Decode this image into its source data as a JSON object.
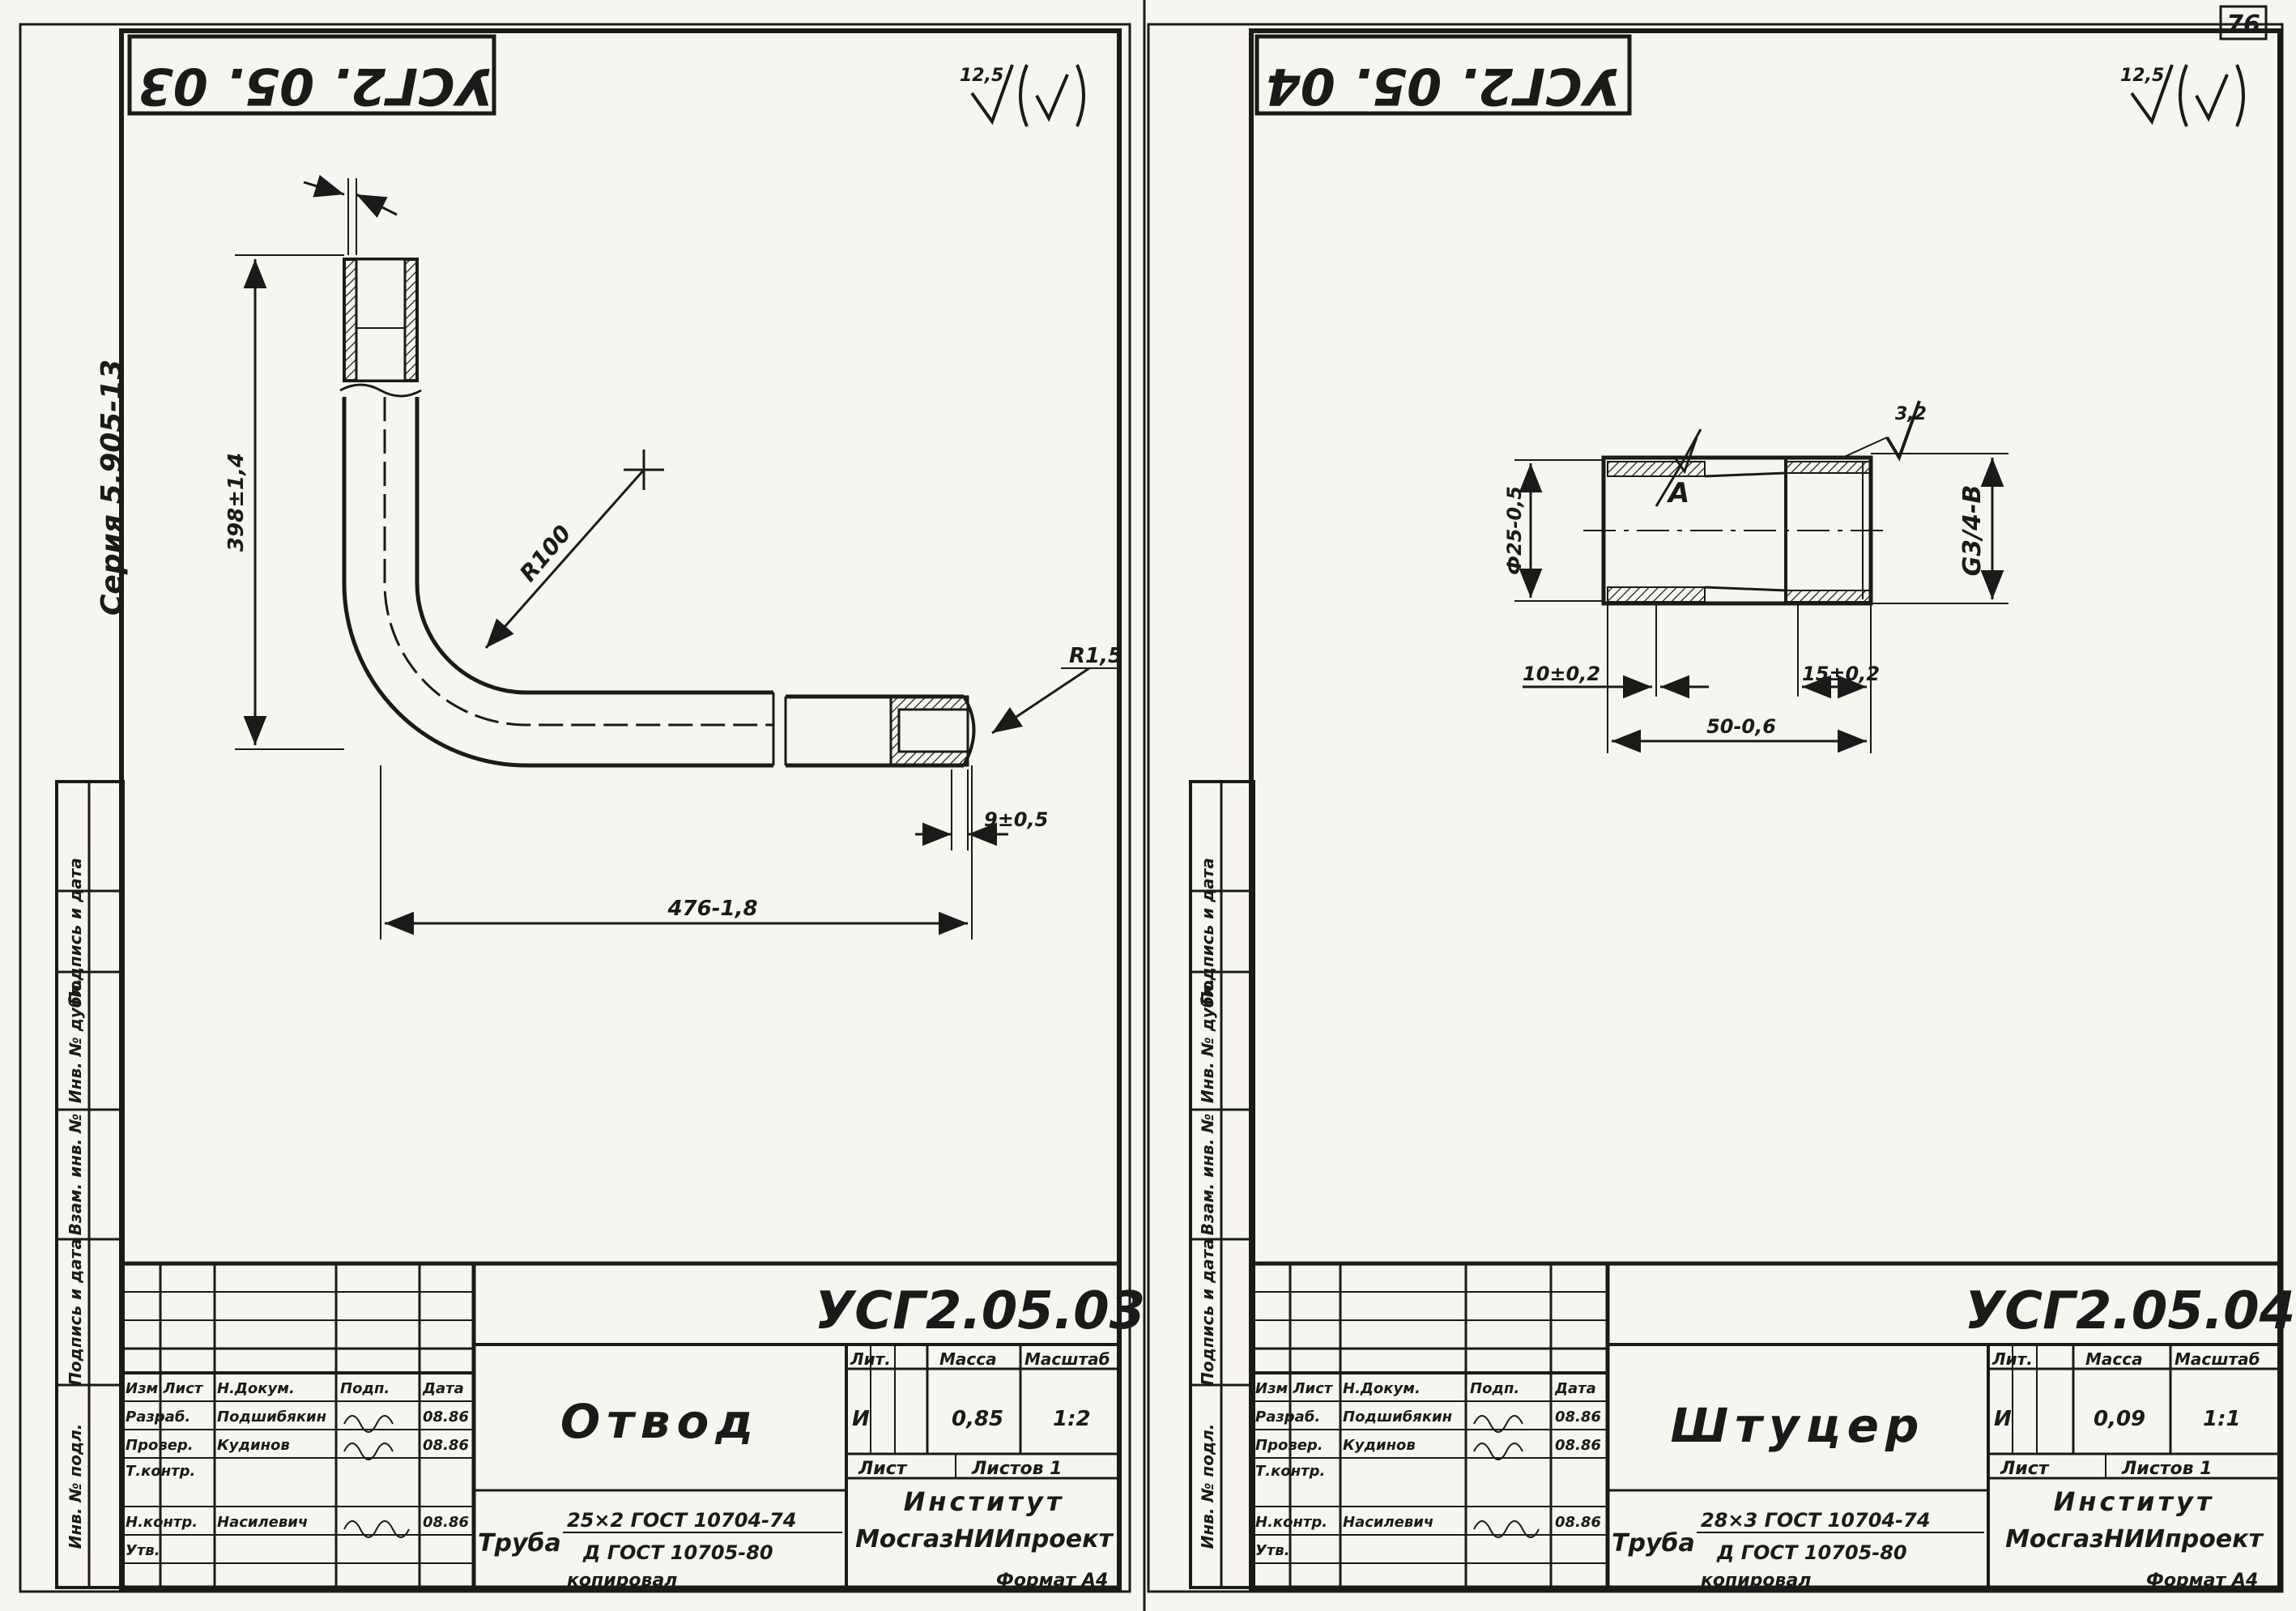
{
  "page": {
    "page_number": "76",
    "series": "Серия 5.905-13"
  },
  "sheet_left": {
    "stamp_code": "УСГ2. 05. 03",
    "roughness": "12,5",
    "dims": {
      "height": "398±1,4",
      "radius_bend": "R100",
      "radius_end": "R1,5",
      "length": "476-1,8",
      "end_offset": "9±0,5"
    },
    "title_block": {
      "designation": "УСГ2.05.03",
      "name": "Отвод",
      "material_prefix": "Труба",
      "material_line1": "25×2 ГОСТ 10704-74",
      "material_line2": "Д ГОСТ 10705-80",
      "col_lit": "Лит.",
      "col_mass": "Масса",
      "col_scale": "Масштаб",
      "lit_value": "И",
      "mass_value": "0,85",
      "scale_value": "1:2",
      "sheet_label": "Лист",
      "sheets_label": "Листов 1",
      "org_line1": "Институт",
      "org_line2": "МосгазНИИпроект",
      "copied": "копировал",
      "format": "Формат А4",
      "roles": [
        {
          "label": "Изм Лист",
          "name": "Н.Докум.",
          "sign": "Подп.",
          "date": "Дата"
        },
        {
          "label": "Разраб.",
          "name": "Подшибякин",
          "sign": "",
          "date": "08.86"
        },
        {
          "label": "Провер.",
          "name": "Кудинов",
          "sign": "",
          "date": "08.86"
        },
        {
          "label": "Т.контр.",
          "name": "",
          "sign": "",
          "date": ""
        },
        {
          "label": "Н.контр.",
          "name": "Насилевич",
          "sign": "",
          "date": "08.86"
        },
        {
          "label": "Утв.",
          "name": "",
          "sign": "",
          "date": ""
        }
      ]
    },
    "side_labels": [
      "Инв. № подл.",
      "Подпись и дата",
      "Взам. инв. №",
      "Инв. № дубл.",
      "Подпись и дата"
    ]
  },
  "sheet_right": {
    "stamp_code": "УСГ2. 05. 04",
    "roughness": "12,5",
    "dims": {
      "diameter": "Ф25-0,5",
      "thread": "G3/4-B",
      "roughness_local": "3,2",
      "marker": "А",
      "left_len": "10±0,2",
      "right_len": "15±0,2",
      "total_len": "50-0,6"
    },
    "title_block": {
      "designation": "УСГ2.05.04",
      "name": "Штуцер",
      "material_prefix": "Труба",
      "material_line1": "28×3 ГОСТ 10704-74",
      "material_line2": "Д ГОСТ 10705-80",
      "col_lit": "Лит.",
      "col_mass": "Масса",
      "col_scale": "Масштаб",
      "lit_value": "И",
      "mass_value": "0,09",
      "scale_value": "1:1",
      "sheet_label": "Лист",
      "sheets_label": "Листов 1",
      "org_line1": "Институт",
      "org_line2": "МосгазНИИпроект",
      "copied": "копировал",
      "format": "Формат А4",
      "roles": [
        {
          "label": "Изм Лист",
          "name": "Н.Докум.",
          "sign": "Подп.",
          "date": "Дата"
        },
        {
          "label": "Разраб.",
          "name": "Подшибякин",
          "sign": "",
          "date": "08.86"
        },
        {
          "label": "Провер.",
          "name": "Кудинов",
          "sign": "",
          "date": "08.86"
        },
        {
          "label": "Т.контр.",
          "name": "",
          "sign": "",
          "date": ""
        },
        {
          "label": "Н.контр.",
          "name": "Насилевич",
          "sign": "",
          "date": "08.86"
        },
        {
          "label": "Утв.",
          "name": "",
          "sign": "",
          "date": ""
        }
      ]
    },
    "side_labels": [
      "Инв. № подл.",
      "Подпись и дата",
      "Взам. инв. №",
      "Инв. № дубл.",
      "Подпись и дата"
    ]
  }
}
